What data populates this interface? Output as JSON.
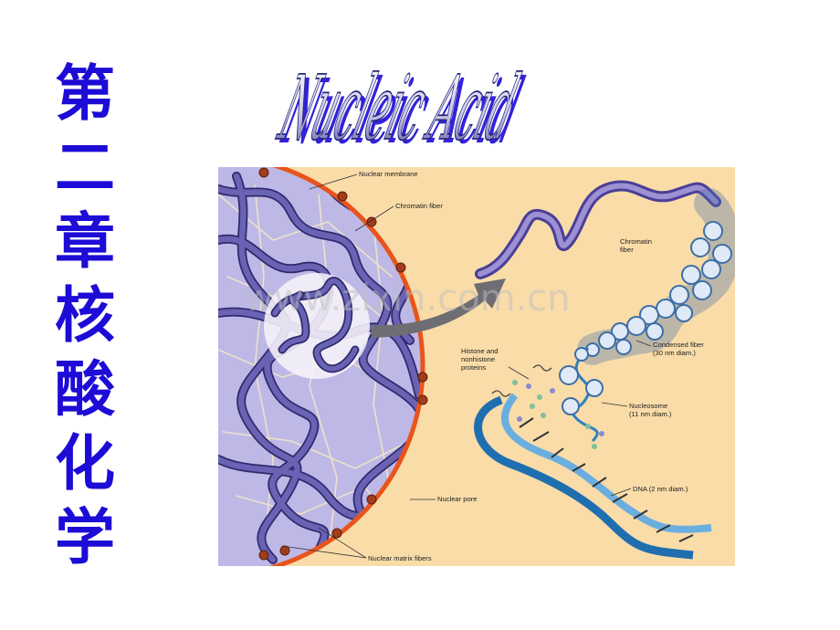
{
  "slide": {
    "chapter_chars": [
      "第",
      "二",
      "章",
      "核",
      "酸",
      "化",
      "学"
    ],
    "heading": "Nucleic Acid",
    "watermark": "www.zixin.com.cn"
  },
  "figure": {
    "labels": {
      "nuclear_membrane": "Nuclear membrane",
      "chromatin_fiber_left": "Chromatin fiber",
      "chromatin_fiber_right_1": "Chromatin",
      "chromatin_fiber_right_2": "fiber",
      "condensed_fiber_1": "Condensed fiber",
      "condensed_fiber_2": "(30 nm diam.)",
      "histone_1": "Histone and",
      "histone_2": "nonhistone",
      "histone_3": "proteins",
      "nucleosome_1": "Nucleosome",
      "nucleosome_2": "(11 nm diam.)",
      "dna": "DNA (2 nm diam.)",
      "nuclear_pore": "Nuclear pore",
      "nuclear_matrix": "Nuclear matrix fibers"
    }
  },
  "colors": {
    "title_blue": "#1d0bd6",
    "figure_bg": "#f9dca8",
    "nucleus_fill": "#bdb8e6",
    "membrane": "#e8541c",
    "chromatin": "#5c55a6",
    "dna_blue": "#2b82c4",
    "arrow_gray": "#6d6d73"
  }
}
